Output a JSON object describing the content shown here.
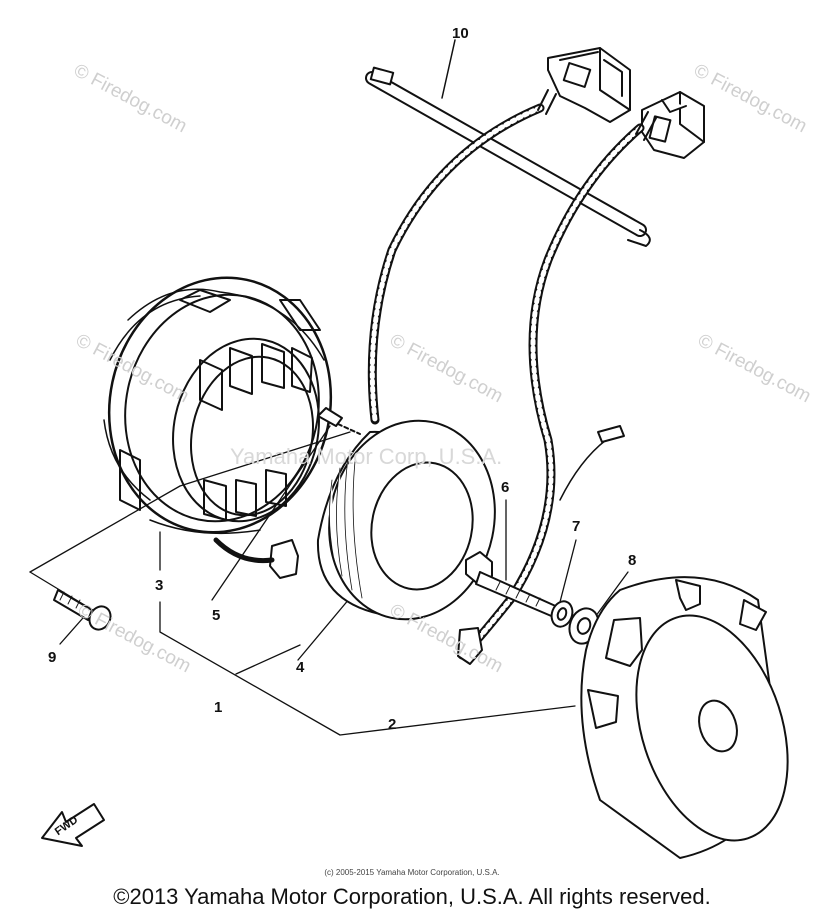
{
  "diagram": {
    "callouts": [
      {
        "id": "callout-1",
        "text": "1"
      },
      {
        "id": "callout-2",
        "text": "2"
      },
      {
        "id": "callout-3",
        "text": "3"
      },
      {
        "id": "callout-4",
        "text": "4"
      },
      {
        "id": "callout-5",
        "text": "5"
      },
      {
        "id": "callout-6",
        "text": "6"
      },
      {
        "id": "callout-7",
        "text": "7"
      },
      {
        "id": "callout-8",
        "text": "8"
      },
      {
        "id": "callout-9",
        "text": "9"
      },
      {
        "id": "callout-10",
        "text": "10"
      }
    ],
    "fwd_label": "FWD",
    "watermarks": [
      "© Firedog.com",
      "© Firedog.com",
      "© Firedog.com",
      "© Firedog.com",
      "© Firedog.com",
      "© Firedog.com",
      "© Firedog.com"
    ],
    "center_watermark": "Yamaha Motor Corp, U.S.A.",
    "small_copyright": "(c) 2005-2015 Yamaha Motor Corporation, U.S.A.",
    "copyright": "©2013 Yamaha Motor Corporation, U.S.A. All rights reserved."
  }
}
